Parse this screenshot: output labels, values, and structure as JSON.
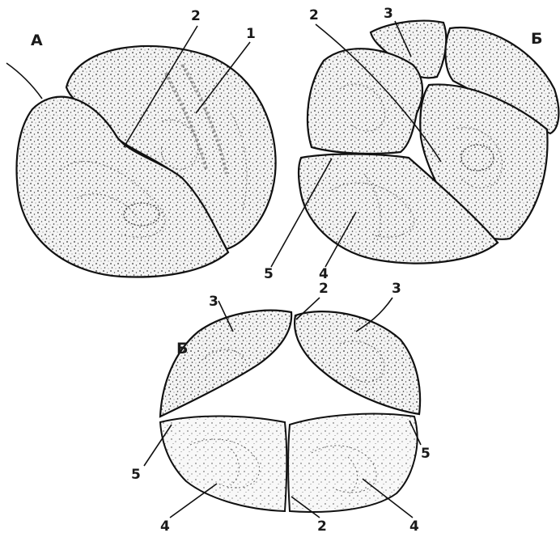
{
  "panel_a": {
    "letter": "A",
    "labels": {
      "unlabeled_pointer": "",
      "two": "2",
      "one": "1"
    }
  },
  "panel_b_top": {
    "letter": "Б",
    "labels": {
      "two": "2",
      "three": "3",
      "five": "5",
      "four": "4"
    }
  },
  "panel_b_bottom": {
    "letter": "Б",
    "labels": {
      "three_left": "3",
      "two_top": "2",
      "three_right": "3",
      "five_left": "5",
      "five_right": "5",
      "four_left": "4",
      "two_bottom": "2",
      "four_right": "4"
    }
  }
}
